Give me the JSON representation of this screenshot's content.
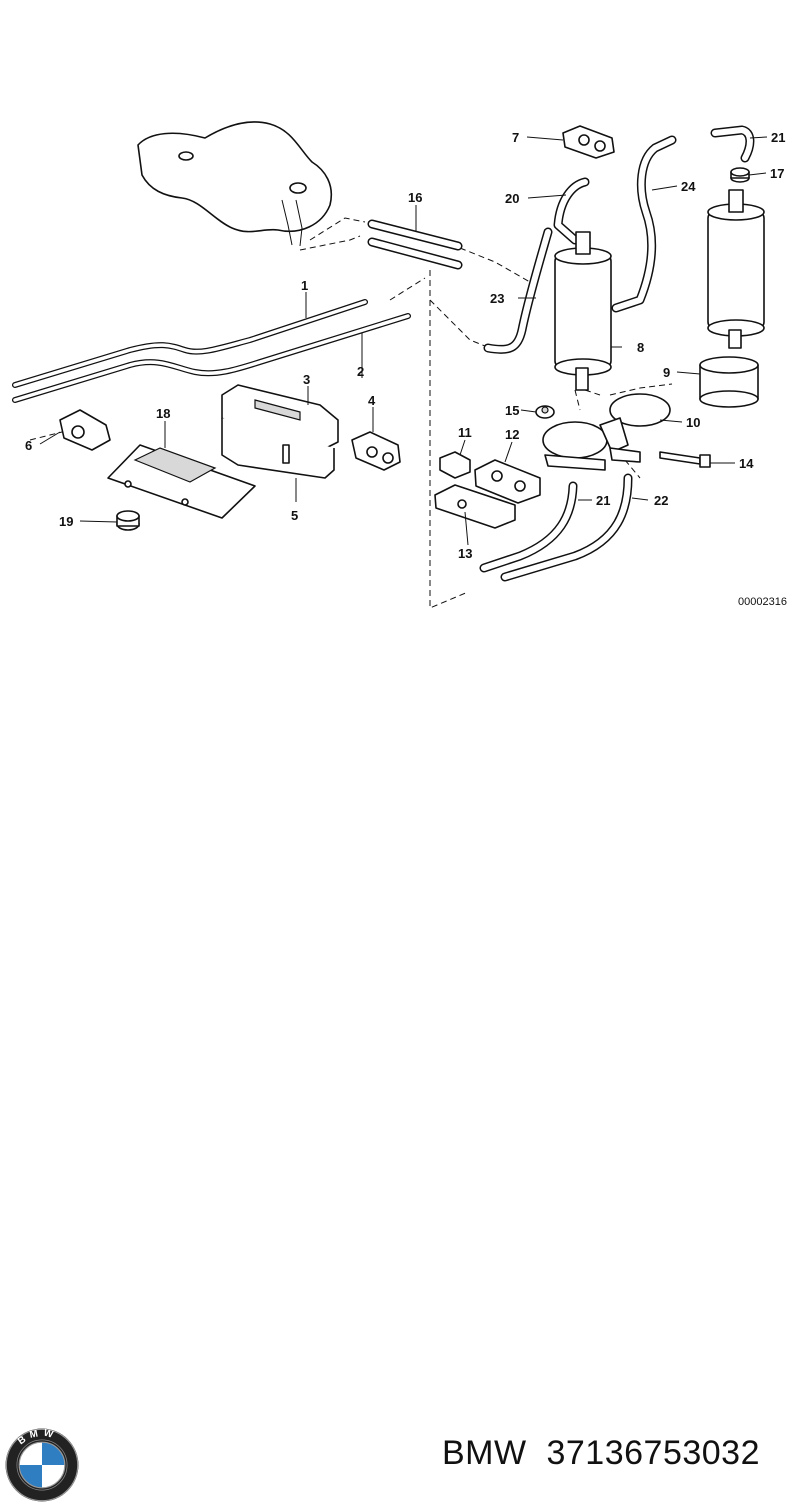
{
  "diagram": {
    "callouts": [
      "1",
      "2",
      "3",
      "4",
      "5",
      "6",
      "7",
      "8",
      "9",
      "10",
      "11",
      "12",
      "13",
      "14",
      "15",
      "16",
      "17",
      "18",
      "19",
      "20",
      "21",
      "21",
      "22",
      "23",
      "24"
    ],
    "drawing_id": "00002316"
  },
  "footer": {
    "brand": "BMW",
    "part_number": "37136753032",
    "logo_letters": "BMW"
  },
  "icons": {
    "logo": "bmw-roundel-icon"
  }
}
